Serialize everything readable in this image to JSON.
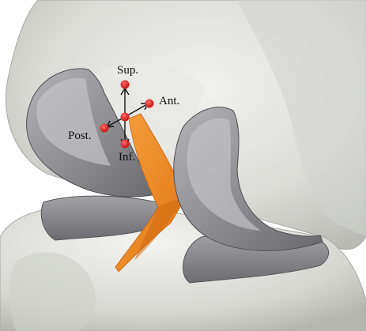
{
  "labels": {
    "superior": "Sup.",
    "anterior": "Ant.",
    "posterior": "Post.",
    "inferior": "Inf."
  },
  "colors": {
    "bone": "#e3e3df",
    "bone_shade": "#c6c7c1",
    "cartilage": "#8a8a8e",
    "cartilage_light": "#b1b1b5",
    "ligament": "#f08a24",
    "marker": "#e32424",
    "axis": "#111111"
  }
}
